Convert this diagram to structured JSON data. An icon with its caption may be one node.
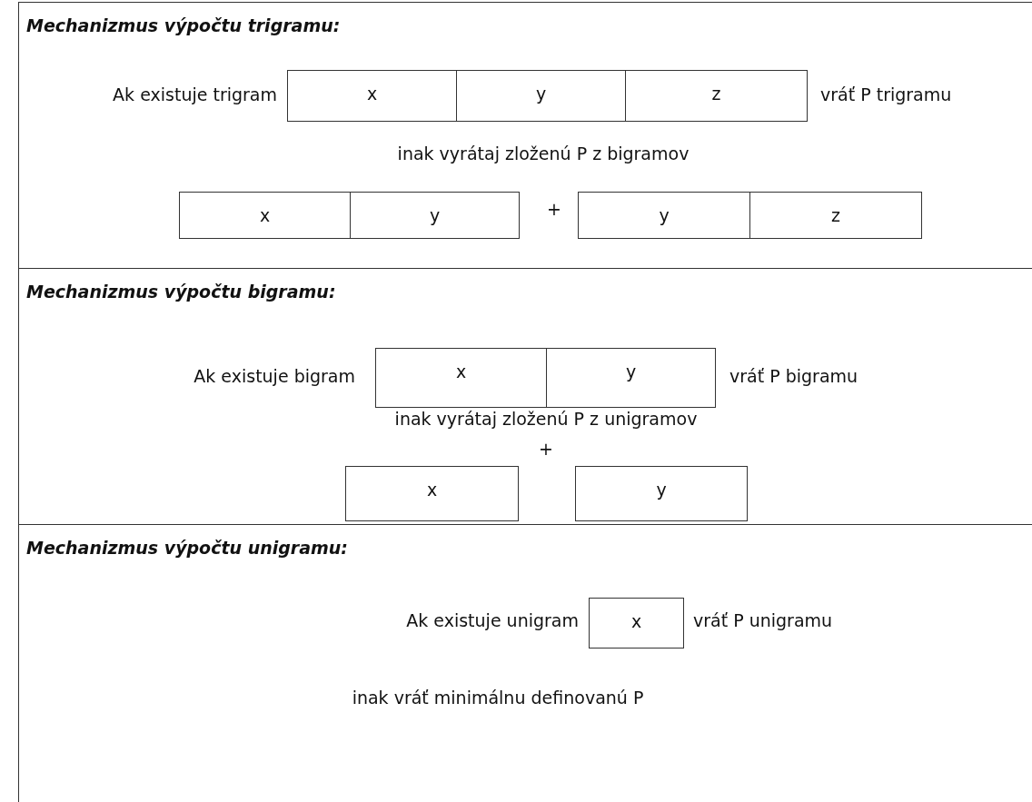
{
  "diagram": {
    "nodes": [
      {
        "text": [
          "Mechanizmus výpočtu trigramu:"
        ]
      },
      {
        "text": [
          "x"
        ],
        "in": 0
      },
      {
        "text": [
          "y"
        ],
        "in": 0
      },
      {
        "text": [
          "z"
        ],
        "in": 0
      },
      {
        "text": [
          "x"
        ],
        "in": 0
      },
      {
        "text": [
          "y"
        ],
        "in": 0
      },
      {
        "text": [
          "y"
        ],
        "in": 0
      },
      {
        "text": [
          "z"
        ],
        "in": 0
      },
      {
        "text": [
          "Mechanizmus výpočtu bigramu:"
        ]
      },
      {
        "text": [
          "x"
        ],
        "in": 8
      },
      {
        "text": [
          "y"
        ],
        "in": 8
      },
      {
        "text": [
          "x"
        ],
        "in": 8
      },
      {
        "text": [
          "y"
        ],
        "in": 8
      },
      {
        "text": [
          "Mechanizmus výpočtu unigramu:"
        ]
      },
      {
        "text": [
          "x"
        ],
        "in": 13
      }
    ],
    "labels": [
      "Ak existuje trigram",
      "vráť P trigramu",
      "inak vyrátaj zloženú P z bigramov",
      "+",
      "Ak existuje bigram",
      "vráť P bigramu",
      "inak vyrátaj zloženú P z unigramov",
      "+",
      "Ak existuje unigram",
      "vráť P unigramu",
      "inak vráť minimálnu definovanú P"
    ]
  }
}
